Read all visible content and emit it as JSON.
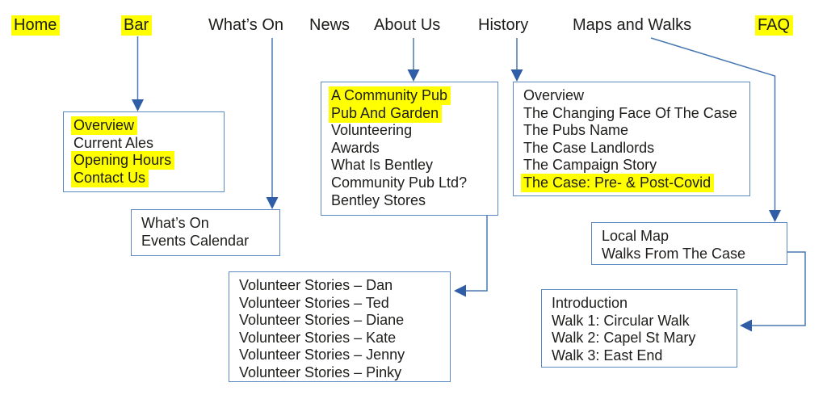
{
  "diagram_title": "Website sitemap diagram",
  "colors": {
    "highlight": "#ffff00",
    "box_border": "#5c88c4",
    "connector_line": "#4a78b2",
    "connector_arrow": "#2f5da6",
    "text": "#1d1d1b",
    "background": "#ffffff"
  },
  "nav": {
    "items": [
      {
        "label": "Home",
        "highlighted": true
      },
      {
        "label": "Bar",
        "highlighted": true
      },
      {
        "label": "What’s On",
        "highlighted": false
      },
      {
        "label": "News",
        "highlighted": false
      },
      {
        "label": "About Us",
        "highlighted": false
      },
      {
        "label": "History",
        "highlighted": false
      },
      {
        "label": "Maps and Walks",
        "highlighted": false
      },
      {
        "label": "FAQ",
        "highlighted": true
      }
    ]
  },
  "boxes": {
    "bar": {
      "items": [
        {
          "label": "Overview",
          "highlighted": true
        },
        {
          "label": "Current Ales",
          "highlighted": false
        },
        {
          "label": "Opening Hours",
          "highlighted": true
        },
        {
          "label": "Contact Us",
          "highlighted": true
        }
      ]
    },
    "whats_on": {
      "items": [
        {
          "label": "What’s On",
          "highlighted": false
        },
        {
          "label": "Events Calendar",
          "highlighted": false
        }
      ]
    },
    "about_us": {
      "items": [
        {
          "label": "A Community Pub",
          "highlighted": true
        },
        {
          "label": "Pub And Garden",
          "highlighted": true
        },
        {
          "label": "Volunteering",
          "highlighted": false
        },
        {
          "label": "Awards",
          "highlighted": false
        },
        {
          "label": "What Is Bentley",
          "highlighted": false
        },
        {
          "label": "Community Pub Ltd?",
          "highlighted": false
        },
        {
          "label": "Bentley Stores",
          "highlighted": false
        }
      ]
    },
    "history": {
      "items": [
        {
          "label": "Overview",
          "highlighted": false
        },
        {
          "label": "The Changing Face Of The Case",
          "highlighted": false
        },
        {
          "label": "The Pubs Name",
          "highlighted": false
        },
        {
          "label": "The Case Landlords",
          "highlighted": false
        },
        {
          "label": "The Campaign Story",
          "highlighted": false
        },
        {
          "label": "The Case: Pre- & Post-Covid",
          "highlighted": true
        }
      ]
    },
    "maps_walks": {
      "items": [
        {
          "label": "Local Map",
          "highlighted": false
        },
        {
          "label": "Walks From The Case",
          "highlighted": false
        }
      ]
    },
    "volunteer_stories": {
      "items": [
        {
          "label": "Volunteer Stories – Dan",
          "highlighted": false
        },
        {
          "label": "Volunteer Stories – Ted",
          "highlighted": false
        },
        {
          "label": "Volunteer Stories – Diane",
          "highlighted": false
        },
        {
          "label": "Volunteer Stories – Kate",
          "highlighted": false
        },
        {
          "label": "Volunteer Stories – Jenny",
          "highlighted": false
        },
        {
          "label": "Volunteer Stories – Pinky",
          "highlighted": false
        }
      ]
    },
    "walks_detail": {
      "items": [
        {
          "label": "Introduction",
          "highlighted": false
        },
        {
          "label": "Walk 1: Circular Walk",
          "highlighted": false
        },
        {
          "label": "Walk 2: Capel St Mary",
          "highlighted": false
        },
        {
          "label": "Walk 3: East End",
          "highlighted": false
        }
      ]
    }
  },
  "edges": [
    {
      "from": "Bar",
      "to": "bar-submenu-box"
    },
    {
      "from": "What’s On",
      "to": "whats-on-submenu-box"
    },
    {
      "from": "About Us",
      "to": "about-us-submenu-box"
    },
    {
      "from": "History",
      "to": "history-submenu-box"
    },
    {
      "from": "Maps and Walks",
      "to": "maps-walks-submenu-box"
    },
    {
      "from": "Volunteering",
      "to": "volunteer-stories-submenu-box"
    },
    {
      "from": "Walks From The Case",
      "to": "walks-detail-submenu-box"
    }
  ]
}
